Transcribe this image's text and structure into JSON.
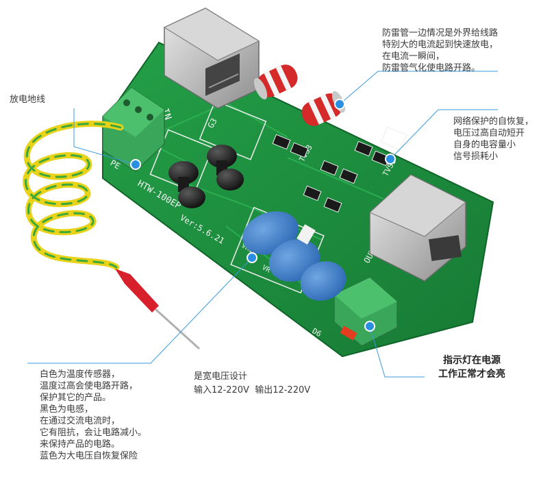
{
  "annotations": {
    "gdt": {
      "lines": [
        "防雷管一边情况是外界给线路",
        "特别大的电流起到快速放电，",
        "在电流一瞬间，",
        "防雷管气化使电路开路。"
      ]
    },
    "ground_wire": {
      "lines": [
        "放电地线"
      ]
    },
    "self_recovery": {
      "lines": [
        "网络保护的自恢复，",
        "电压过高自动短开",
        "自身的电容量小",
        "信号损耗小"
      ]
    },
    "sensors": {
      "lines": [
        "白色为温度传感器，",
        "温度过高会使电路开路，",
        "保护其它的产品。",
        "黑色为电感，",
        "在通过交流电流时，",
        "它有阻抗，会让电路减小。",
        "来保持产品的电路。",
        "蓝色为大电压自恢复保险"
      ]
    },
    "voltage": {
      "lines": [
        "是宽电压设计",
        "输入12-220V  输出12-220V"
      ]
    },
    "indicator": {
      "lines": [
        "指示灯在电源",
        "工作正常才会亮"
      ]
    }
  },
  "board": {
    "model": "HTW-100EP",
    "version": "Ver:5.6.21",
    "silkscreen": {
      "in": "IN",
      "out": "OUT",
      "pe": "PE",
      "g3": "G3",
      "s3": "S3",
      "d6": "D6",
      "tvs3": "TVS3",
      "tvs1": "TVS1",
      "vr1": "VR1",
      "vr": "VR"
    }
  },
  "colors": {
    "pcb": "#1e8f3e",
    "pcb_dark": "#137030",
    "callout_line": "#3a9be0",
    "marker": "#2a8fe0",
    "varistor": "#3a7fc8",
    "gdt_red": "#d42a2a",
    "terminal": "#3aa65a",
    "wire_yellow": "#e8d21a",
    "wire_green": "#3aa83a"
  }
}
